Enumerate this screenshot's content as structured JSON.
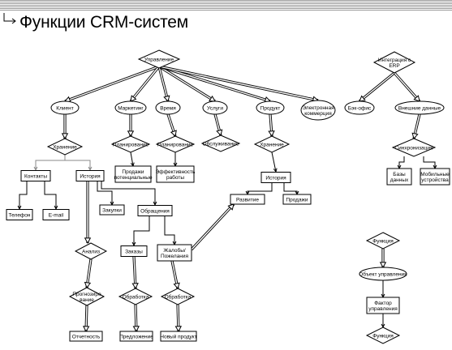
{
  "title": "Функции CRM-систем",
  "nodes": {
    "upravlenie": "Управление",
    "klient": "Клиент",
    "marketing": "Маркетинг",
    "vremya": "Время",
    "uslugi": "Услуги",
    "produkt": "Продукт",
    "el_kommertsiya": [
      "Электронная",
      "коммерция"
    ],
    "hranenie1": "Хранение",
    "planirovanie1": "Планирование",
    "planirovanie2": "Планирование",
    "obsluzhivanie": "Обслуживание",
    "hranenie2": "Хранение",
    "kontakty": "Контакты",
    "istoriya1": "История",
    "prodazhi_pot": [
      "Продажи",
      "потенциальные"
    ],
    "effektivnost": [
      "Эффективность",
      "работы"
    ],
    "istoriya2": "История",
    "telefon": "Телефон",
    "email": "E-mail",
    "zakupki": "Закупки",
    "obrascheniya": "Обращения",
    "razvitie": "Развитие",
    "prodazhi": "Продажи",
    "analiz": "Анализ",
    "zakazy": "Заказы",
    "zhaloby": [
      "Жалобы/",
      "Пожелания"
    ],
    "prognoz": [
      "Прогнозиро",
      "вание"
    ],
    "obrabotka1": "Обработка",
    "obrabotka2": "Обработка",
    "otchetnost": "Отчетность",
    "predlozhenie": "Предложение",
    "novyi_produkt": "Новый продукт",
    "integratsiya": [
      "Интеграция с",
      "ERP"
    ],
    "bek_ofis": "Бэк-офис",
    "vneshnie": "Внешние данные",
    "sinhronizatsiya": "Синхронизация",
    "bazy": [
      "Базы",
      "данных"
    ],
    "mobilnye": [
      "Мобильные",
      "устройства"
    ],
    "funktsiya1": "Функция",
    "obekt": "Объект управления",
    "faktor": [
      "Фактор",
      "управления"
    ],
    "funktsiya2": "Функция"
  }
}
